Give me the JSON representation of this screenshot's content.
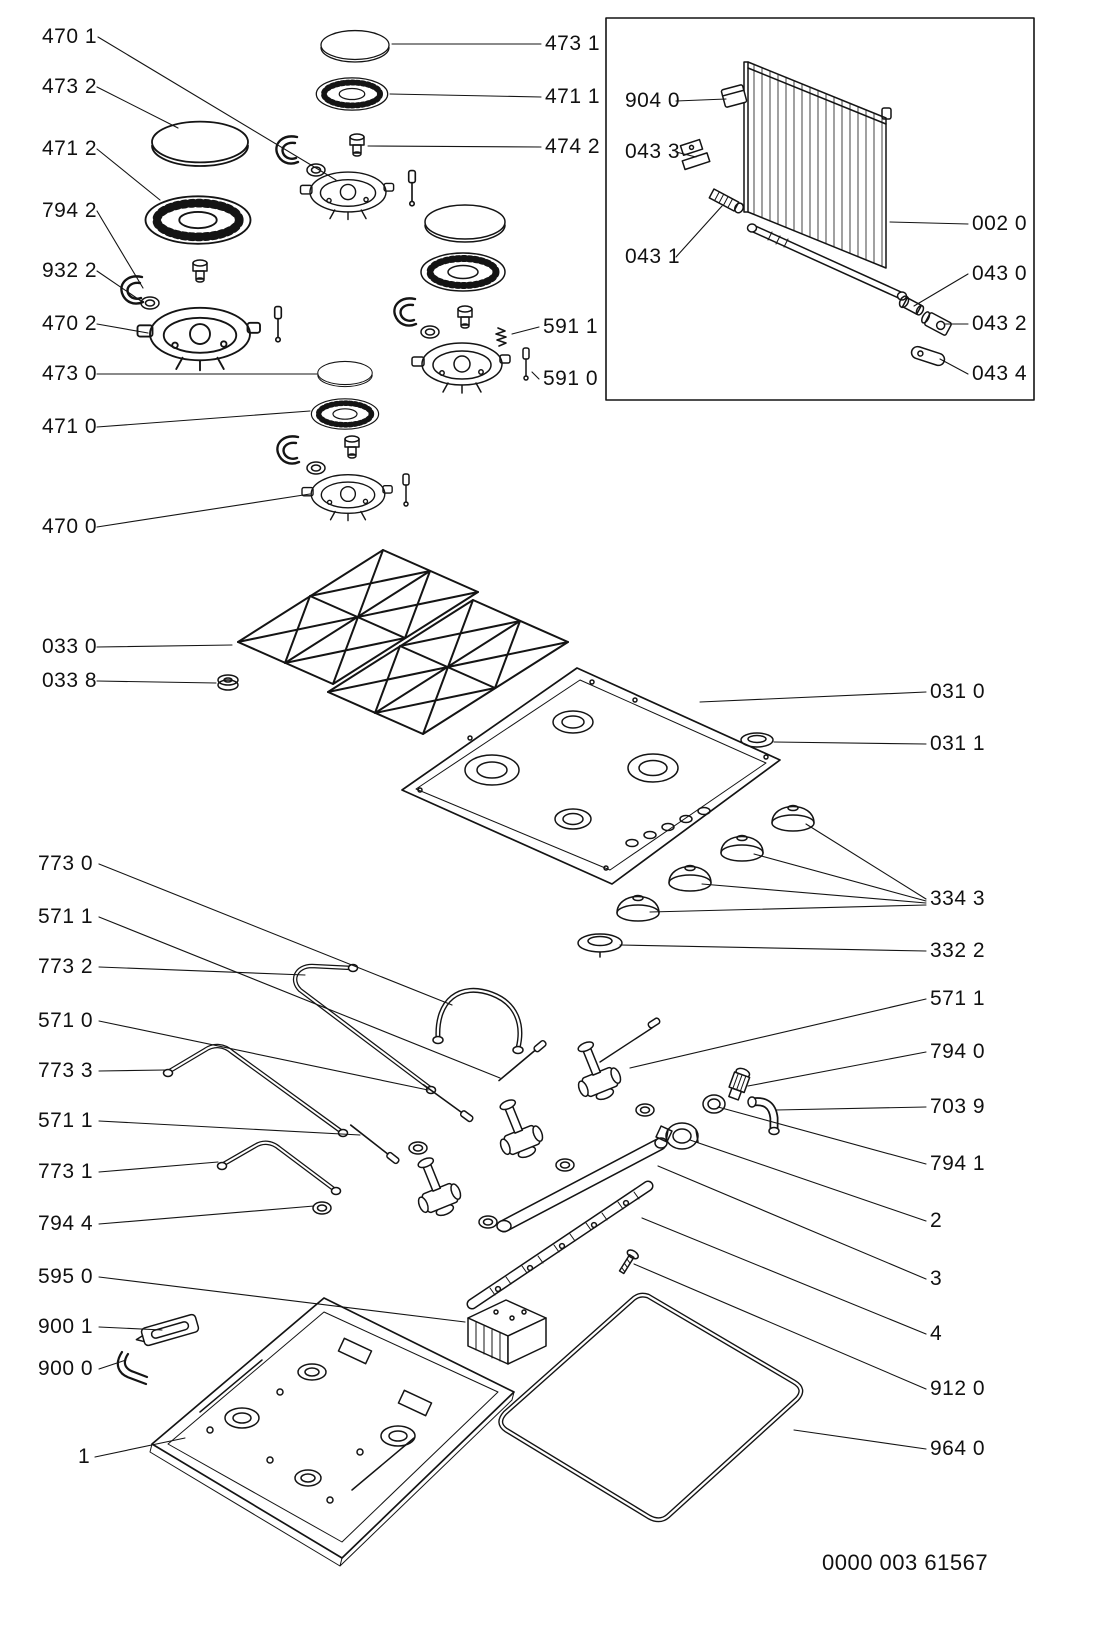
{
  "diagram_type": "exploded-parts-diagram",
  "footer_code": "0000 003 61567",
  "labels": [
    "470 1",
    "473 2",
    "471 2",
    "794 2",
    "932 2",
    "470 2",
    "473 0",
    "471 0",
    "470 0",
    "033 0",
    "033 8",
    "773 0",
    "571 1",
    "773 2",
    "571 0",
    "773 3",
    "571 1",
    "773 1",
    "794 4",
    "595 0",
    "900 1",
    "900 0",
    "1",
    "473 1",
    "471 1",
    "474 2",
    "591 1",
    "591 0",
    "031 0",
    "031 1",
    "334 3",
    "332 2",
    "571 1",
    "794 0",
    "703 9",
    "794 1",
    "2",
    "3",
    "4",
    "912 0",
    "964 0",
    "904 0",
    "043 3",
    "043 1",
    "002 0",
    "043 0",
    "043 2",
    "043 4"
  ]
}
